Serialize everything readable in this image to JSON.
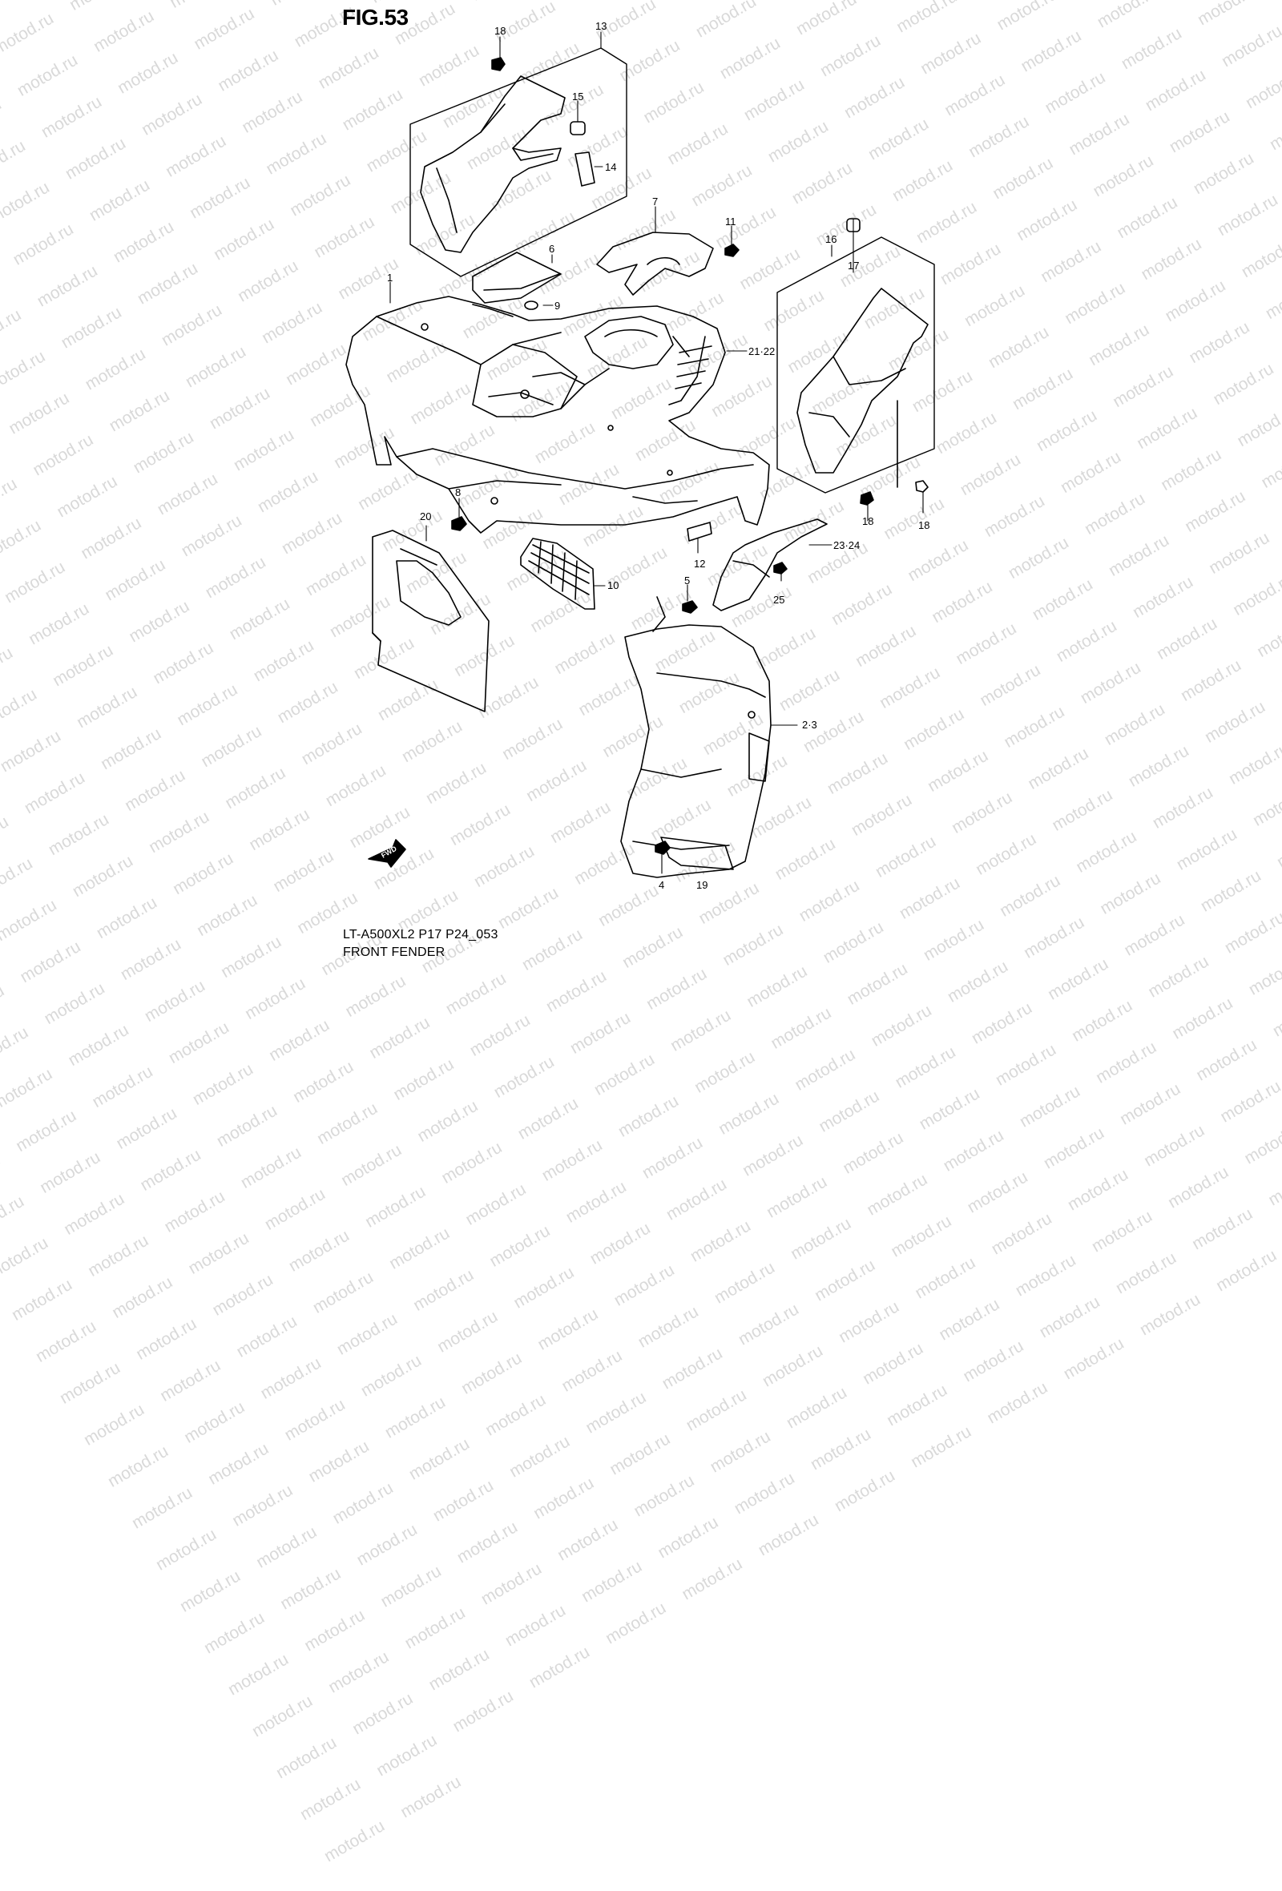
{
  "figure": {
    "title": "FIG.53",
    "code": "LT-A500XL2 P17 P24_053",
    "name": "FRONT FENDER"
  },
  "watermark": "motod.ru",
  "fwd_badge": "FWD",
  "callouts": {
    "c1": "1",
    "c2_3": "2·3",
    "c4": "4",
    "c5": "5",
    "c6": "6",
    "c7": "7",
    "c8": "8",
    "c9": "9",
    "c10": "10",
    "c11": "11",
    "c12": "12",
    "c13": "13",
    "c14": "14",
    "c15": "15",
    "c16": "16",
    "c17": "17",
    "c18_top": "18",
    "c18_mid": "18",
    "c18_right": "18",
    "c19": "19",
    "c20": "20",
    "c21_22": "21·22",
    "c23_24": "23·24",
    "c25": "25"
  }
}
